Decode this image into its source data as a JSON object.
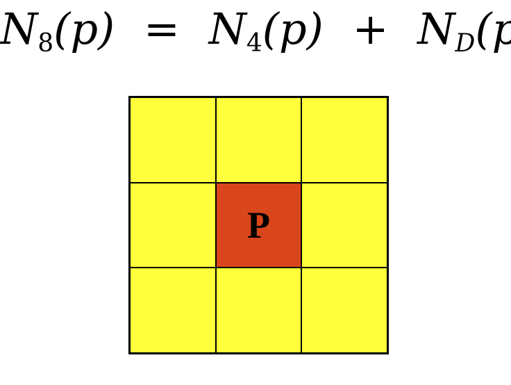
{
  "equation": {
    "lhs_symbol": "N",
    "lhs_subscript": "8",
    "lhs_arg": "(p)",
    "equals": "=",
    "term1_symbol": "N",
    "term1_subscript": "4",
    "term1_arg": "(p)",
    "plus": "+",
    "term2_symbol": "N",
    "term2_subscript": "D",
    "term2_arg": "(p)"
  },
  "grid": {
    "rows": 3,
    "cols": 3,
    "neighbor_color": "#FFFF3C",
    "center_color": "#D9461B",
    "center_label": "P"
  }
}
